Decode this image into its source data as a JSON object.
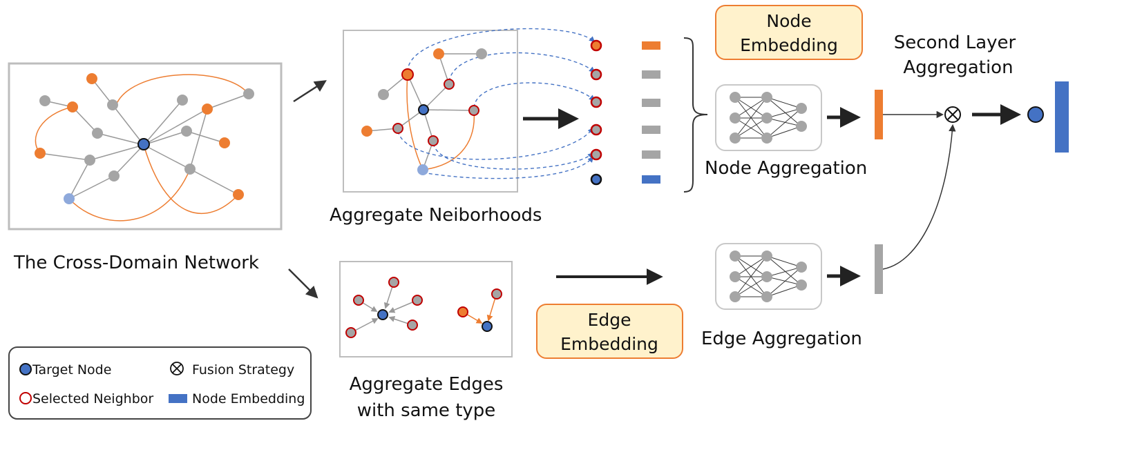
{
  "labels": {
    "network": "The Cross-Domain Network",
    "aggregate_neighborhoods": "Aggregate Neiborhoods",
    "aggregate_edges_line1": "Aggregate Edges",
    "aggregate_edges_line2": "with same type",
    "node_embedding_line1": "Node",
    "node_embedding_line2": "Embedding",
    "edge_embedding_line1": "Edge",
    "edge_embedding_line2": "Embedding",
    "node_aggregation": "Node Aggregation",
    "edge_aggregation": "Edge Aggregation",
    "second_layer_line1": "Second Layer",
    "second_layer_line2": "Aggregation"
  },
  "legend": {
    "target_node": "Target Node",
    "fusion_strategy": "Fusion Strategy",
    "selected_neighbor": "Selected Neighbor",
    "node_embedding": "Node Embedding"
  },
  "colors": {
    "orange": "#ED7D31",
    "gray": "#A5A5A5",
    "blue": "#4472C4",
    "light_blue": "#8EA9DB",
    "red_ring": "#C00000",
    "dashed_blue": "#4472C4",
    "box_fill": "#FFF2CC",
    "box_border": "#ED7D31"
  },
  "icons": {
    "fusion": "circled-times-icon",
    "neural_net": "neural-network-icon"
  }
}
